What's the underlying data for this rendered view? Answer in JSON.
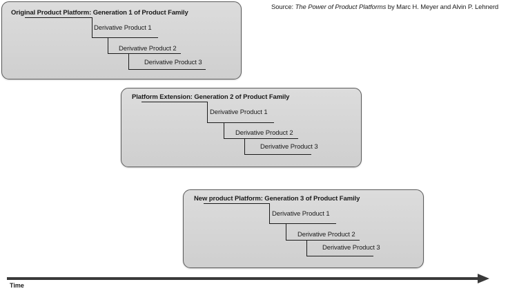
{
  "source": {
    "prefix": "Source: ",
    "book_title": "The Power of Product Platforms",
    "suffix": " by Marc H. Meyer and Alvin P. Lehnerd"
  },
  "platforms": [
    {
      "title": "Original Product Platform: Generation 1 of Product Family",
      "derivatives": [
        "Derivative Product 1",
        "Derivative Product 2",
        "Derivative Product 3"
      ]
    },
    {
      "title": "Platform Extension: Generation 2 of Product Family",
      "derivatives": [
        "Derivative Product 1",
        "Derivative Product 2",
        "Derivative Product 3"
      ]
    },
    {
      "title": "New product Platform: Generation 3 of Product Family",
      "derivatives": [
        "Derivative Product 1",
        "Derivative Product 2",
        "Derivative Product 3"
      ]
    }
  ],
  "time_axis": {
    "label": "Time"
  },
  "colors": {
    "panel_fill": "#d4d4d4",
    "panel_border": "#5a5a5a",
    "arrow": "#3a3a3a",
    "line": "#1a1a1a"
  }
}
